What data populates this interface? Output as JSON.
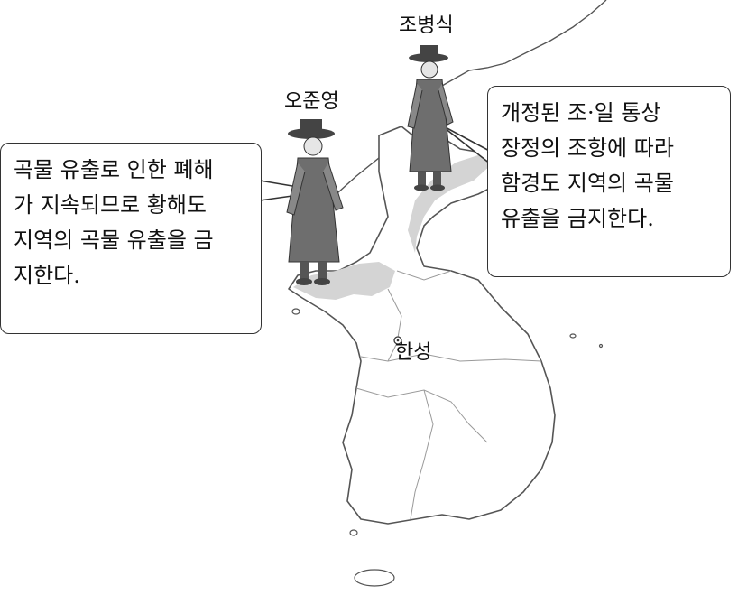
{
  "figures": {
    "left": {
      "name": "오준영"
    },
    "right": {
      "name": "조병식"
    }
  },
  "city": {
    "name": "한성"
  },
  "bubbles": {
    "left": {
      "lines": [
        "곡물 유출로 인한 폐해",
        "가 지속되므로 황해도",
        "지역의 곡물 유출을 금",
        "지한다."
      ]
    },
    "right": {
      "lines": [
        "개정된 조·일 통상",
        "장정의 조항에 따라",
        "함경도 지역의 곡물",
        "유출을 금지한다."
      ]
    }
  },
  "regions": {
    "highlighted": [
      "황해도",
      "함경도"
    ]
  },
  "colors": {
    "highlight": "#d4d4d4",
    "outline": "#555555",
    "robe": "#6e6e6e"
  }
}
